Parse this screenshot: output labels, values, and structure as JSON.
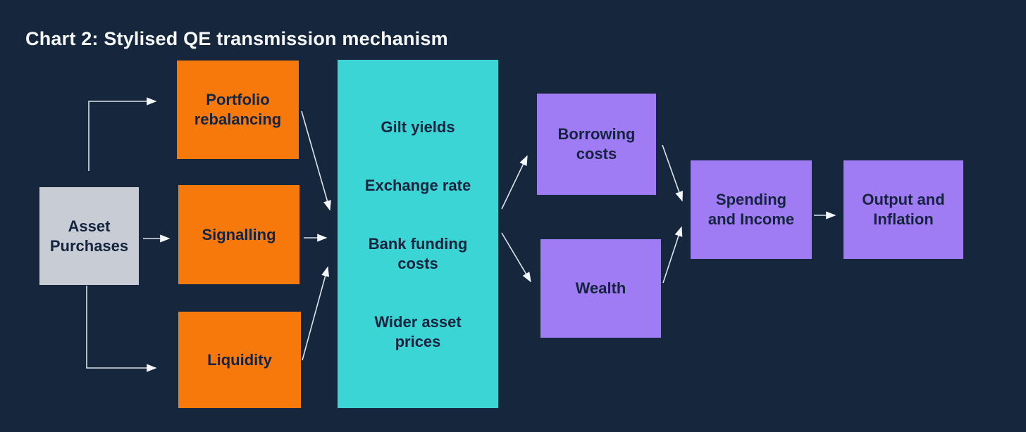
{
  "title": "Chart 2: Stylised QE transmission mechanism",
  "colors": {
    "background": "#16263C",
    "orange": "#F8790B",
    "cyan": "#3CD5D5",
    "purple": "#A07CF4",
    "gray": "#C8CDD5",
    "box_text": "#14243E",
    "title_text": "#F7F8FA",
    "arrow": "#DCE3EC"
  },
  "nodes": {
    "asset_purchases": {
      "label": "Asset\nPurchases"
    },
    "portfolio_rebalancing": {
      "label": "Portfolio\nrebalancing"
    },
    "signalling": {
      "label": "Signalling"
    },
    "liquidity": {
      "label": "Liquidity"
    },
    "channels": {
      "items": [
        "Gilt yields",
        "Exchange rate",
        "Bank funding\ncosts",
        "Wider asset\nprices"
      ]
    },
    "borrowing_costs": {
      "label": "Borrowing\ncosts"
    },
    "wealth": {
      "label": "Wealth"
    },
    "spending_income": {
      "label": "Spending\nand Income"
    },
    "output_inflation": {
      "label": "Output and\nInflation"
    }
  },
  "edges": [
    {
      "from": "asset_purchases",
      "to": "portfolio_rebalancing"
    },
    {
      "from": "asset_purchases",
      "to": "signalling"
    },
    {
      "from": "asset_purchases",
      "to": "liquidity"
    },
    {
      "from": "portfolio_rebalancing",
      "to": "channels"
    },
    {
      "from": "signalling",
      "to": "channels"
    },
    {
      "from": "liquidity",
      "to": "channels"
    },
    {
      "from": "channels",
      "to": "borrowing_costs"
    },
    {
      "from": "channels",
      "to": "wealth"
    },
    {
      "from": "borrowing_costs",
      "to": "spending_income"
    },
    {
      "from": "wealth",
      "to": "spending_income"
    },
    {
      "from": "spending_income",
      "to": "output_inflation"
    }
  ]
}
